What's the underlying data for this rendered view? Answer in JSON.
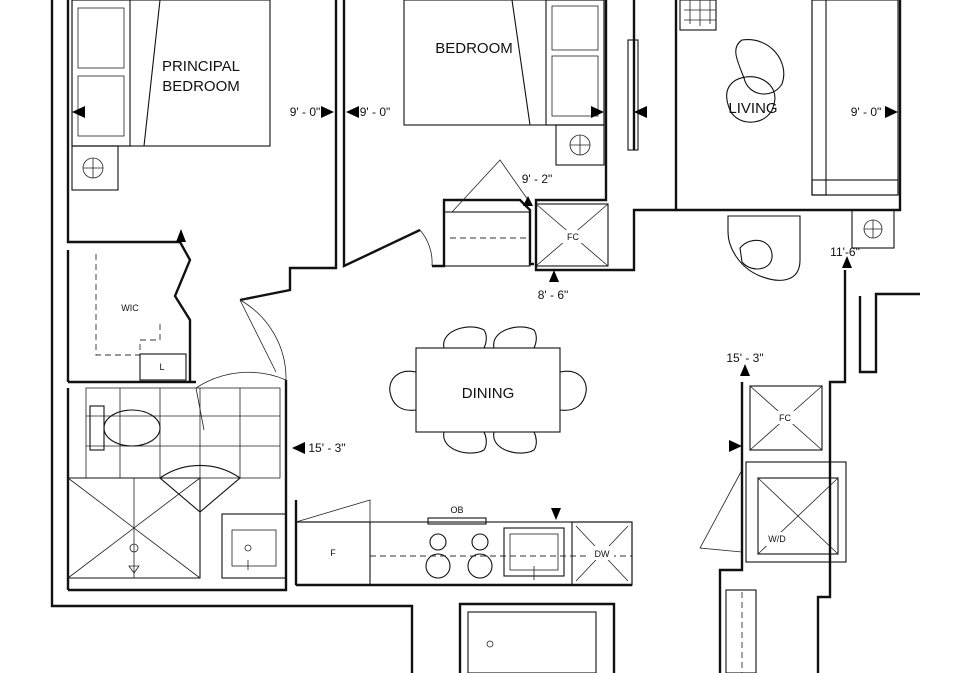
{
  "rooms": {
    "principal_bedroom": [
      "PRINCIPAL",
      "BEDROOM"
    ],
    "bedroom": "BEDROOM",
    "living": "LIVING",
    "dining": "DINING"
  },
  "dimensions": {
    "principal_bedroom_width": "9' - 0\"",
    "bedroom_width": "9' - 0\"",
    "living_width": "9' - 0\"",
    "bedroom_closet": "9' - 2\"",
    "bedroom_depth": "8' - 6\"",
    "living_depth": "11'-6\"",
    "dining_width": "15' - 3\"",
    "den_width": "15' - 3\""
  },
  "fixtures": {
    "walk_in_closet": "WIC",
    "linen": "L",
    "fan_coil_bedroom": "FC",
    "fan_coil_den": "FC",
    "oven": "OB",
    "fridge": "F",
    "dishwasher": "DW",
    "washer_dryer": "W/D"
  }
}
